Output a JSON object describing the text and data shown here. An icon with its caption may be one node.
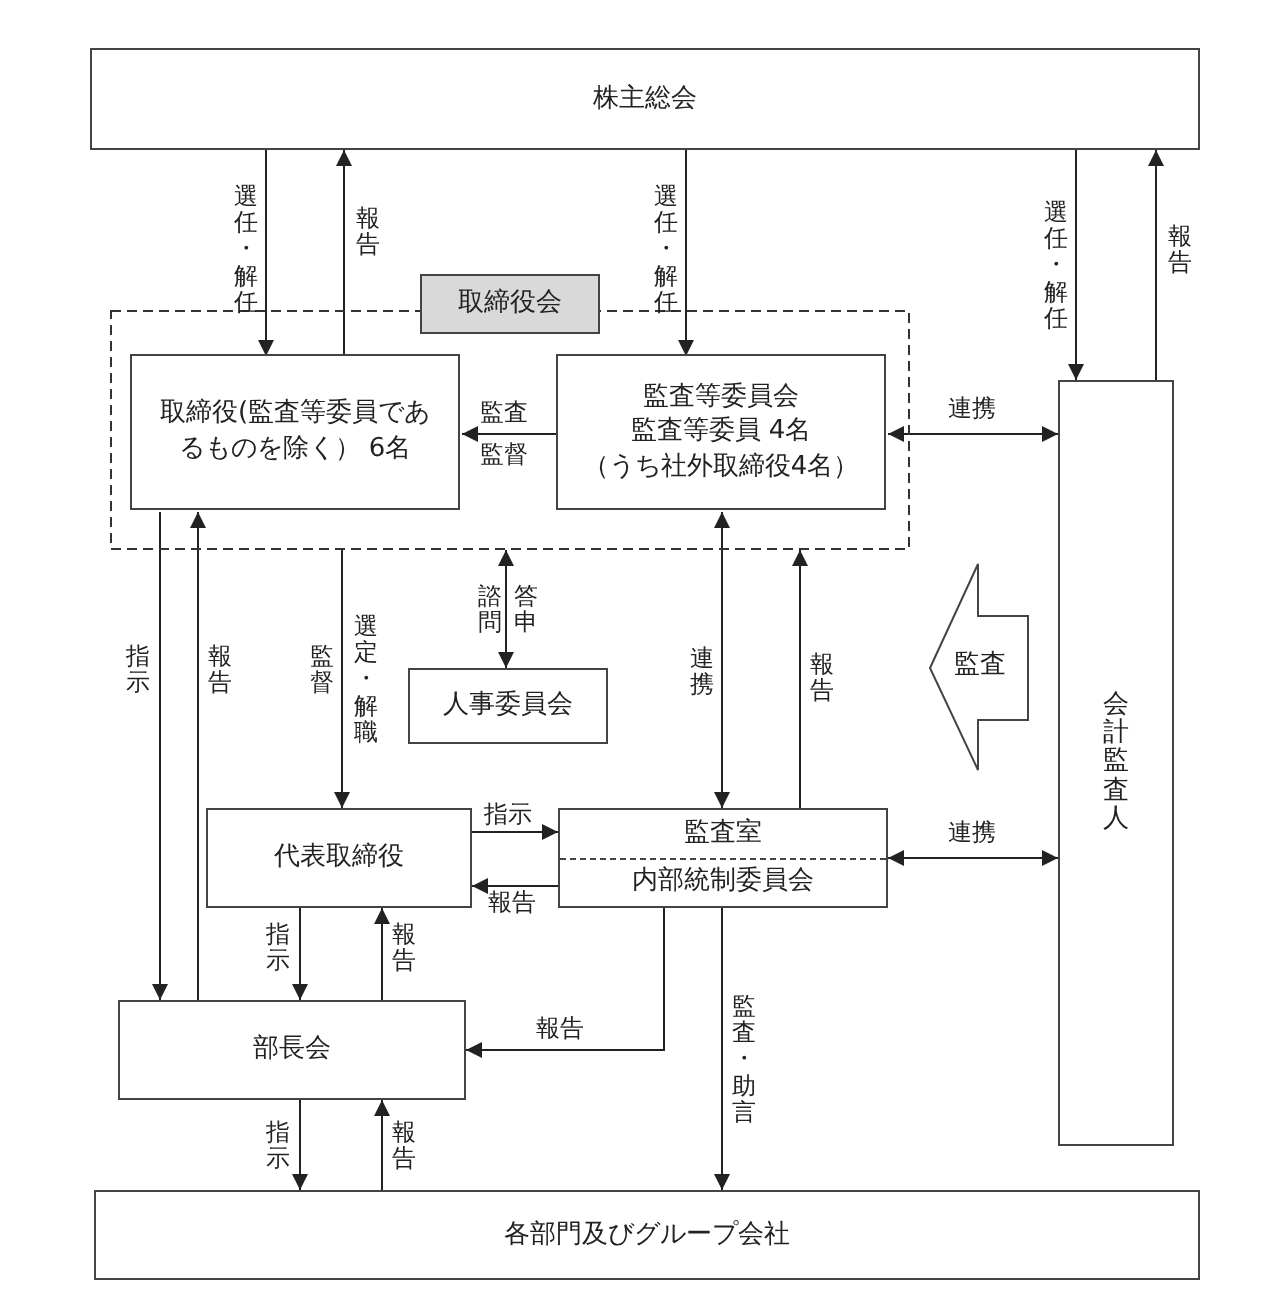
{
  "diagram": {
    "nodes": [
      {
        "text": [
          "株主総会"
        ]
      },
      {
        "text": [
          "取締役会"
        ]
      },
      {
        "text": [
          "取締役(監査等委員であるものを除く） 6名"
        ],
        "in": 1
      },
      {
        "text": [
          "監査等委員会",
          "監査等委員 4名",
          "（うち社外取締役4名）"
        ],
        "in": 1
      },
      {
        "text": [
          "人事委員会"
        ]
      },
      {
        "text": [
          "代表取締役"
        ]
      },
      {
        "text": [
          "監査室",
          "内部統制委員会"
        ]
      },
      {
        "text": [
          "会計監査人"
        ]
      },
      {
        "text": [
          "部長会"
        ]
      },
      {
        "text": [
          "各部門及びグループ会社"
        ]
      }
    ],
    "edges": [
      {
        "from": 0,
        "to": 2,
        "arrow": "to",
        "label": "選任・解任"
      },
      {
        "from": 2,
        "to": 0,
        "arrow": "to",
        "label": "報告"
      },
      {
        "from": 0,
        "to": 3,
        "arrow": "to",
        "label": "選任・解任"
      },
      {
        "from": 0,
        "to": 7,
        "arrow": "to",
        "label": "選任・解任"
      },
      {
        "from": 7,
        "to": 0,
        "arrow": "to",
        "label": "報告"
      },
      {
        "from": 3,
        "to": 2,
        "arrow": "to",
        "label": "監査監督"
      },
      {
        "from": 3,
        "to": 7,
        "arrow": "both",
        "label": "連携"
      },
      {
        "from": 1,
        "to": 4,
        "arrow": "both",
        "label": "諮問"
      },
      {
        "from": 1,
        "to": 5,
        "arrow": "to",
        "label": "選定・解職"
      },
      {
        "from": 3,
        "to": 6,
        "arrow": "both",
        "label": "連携"
      },
      {
        "from": 6,
        "to": 1,
        "arrow": "to",
        "label": "報告"
      },
      {
        "from": 2,
        "to": 8,
        "arrow": "to",
        "label": "指示"
      },
      {
        "from": 8,
        "to": 2,
        "arrow": "to",
        "label": "報告"
      },
      {
        "from": 5,
        "to": 6,
        "arrow": "to",
        "label": "指示"
      },
      {
        "from": 6,
        "to": 5,
        "arrow": "to",
        "label": "報告"
      },
      {
        "from": 6,
        "to": 7,
        "arrow": "both",
        "label": "連携"
      },
      {
        "from": 5,
        "to": 8,
        "arrow": "to",
        "label": "指示"
      },
      {
        "from": 8,
        "to": 5,
        "arrow": "to",
        "label": "報告"
      },
      {
        "from": 6,
        "to": 8,
        "arrow": "to",
        "label": "報告"
      },
      {
        "from": 6,
        "to": 9,
        "arrow": "to",
        "label": "監査・助言"
      },
      {
        "from": 8,
        "to": 9,
        "arrow": "to",
        "label": "指示"
      },
      {
        "from": 9,
        "to": 8,
        "arrow": "to",
        "label": "報告"
      }
    ],
    "labels": [
      "答申",
      "監督",
      "監査"
    ]
  }
}
